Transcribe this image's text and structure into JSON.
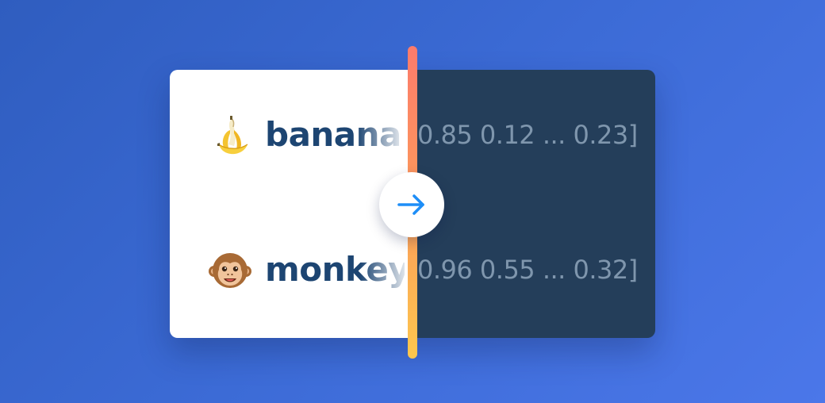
{
  "rows": [
    {
      "icon": "banana-emoji-icon",
      "word": "banana",
      "vector": "[0.85 0.12 ... 0.23]"
    },
    {
      "icon": "monkey-emoji-icon",
      "word": "monkey",
      "vector": "[0.96 0.55 ... 0.32]"
    }
  ],
  "arrow": {
    "icon": "arrow-right-icon"
  },
  "colors": {
    "background_start": "#2f5dbf",
    "background_end": "#4b77e9",
    "left_pane": "#ffffff",
    "right_pane": "#243e5a",
    "word_text": "#1d4572",
    "vector_text": "#7f96ad",
    "divider_top": "#fc7b6c",
    "divider_bottom": "#fdc74e",
    "arrow": "#1e8ef7"
  }
}
